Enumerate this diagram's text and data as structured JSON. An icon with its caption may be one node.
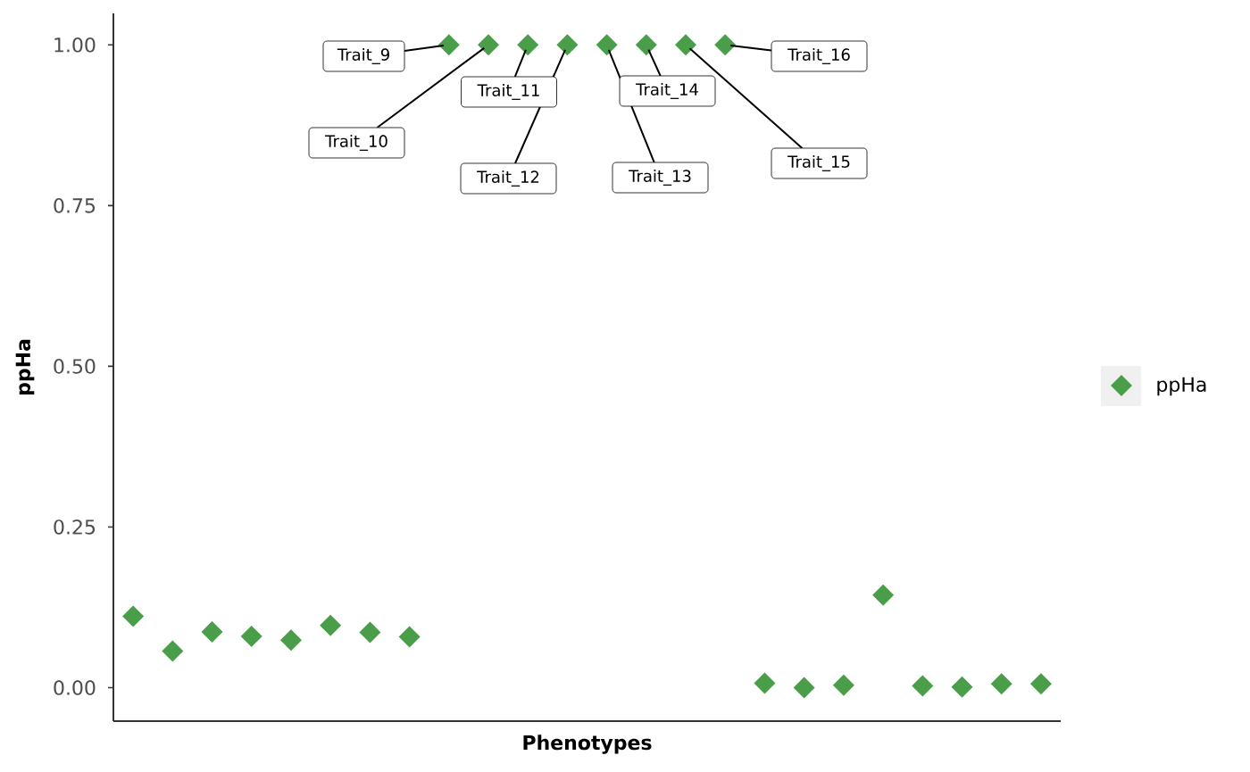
{
  "diagram": {
    "chart_data": {
      "type": "scatter",
      "xlabel": "Phenotypes",
      "ylabel": "ppHa",
      "categories": [
        null,
        null,
        null,
        null,
        null,
        null,
        null,
        null,
        null,
        null,
        null,
        null,
        null,
        null,
        null,
        null,
        null,
        null,
        null,
        null,
        null,
        null,
        null,
        null
      ],
      "series": [
        {
          "name": "ppHa",
          "color": "#4a9e4a",
          "values": [
            0.111,
            0.057,
            0.087,
            0.08,
            0.074,
            0.097,
            0.086,
            0.079,
            1.0,
            1.0,
            1.0,
            1.0,
            1.0,
            1.0,
            1.0,
            1.0,
            0.007,
            0.0,
            0.004,
            0.144,
            0.003,
            0.001,
            0.006,
            0.006
          ]
        }
      ],
      "ylim": [
        -0.052,
        1.049
      ],
      "yticks": [
        {
          "value": 0,
          "label": "0.00"
        },
        {
          "value": 0.25,
          "label": "0.25"
        },
        {
          "value": 0.5,
          "label": "0.50"
        },
        {
          "value": 0.75,
          "label": "0.75"
        },
        {
          "value": 1.0,
          "label": "1.00"
        }
      ],
      "annotations": [
        {
          "text": "Trait_9"
        },
        {
          "text": "Trait_10"
        },
        {
          "text": "Trait_11"
        },
        {
          "text": "Trait_12"
        },
        {
          "text": "Trait_13"
        },
        {
          "text": "Trait_14"
        },
        {
          "text": "Trait_15"
        },
        {
          "text": "Trait_16"
        }
      ]
    }
  }
}
